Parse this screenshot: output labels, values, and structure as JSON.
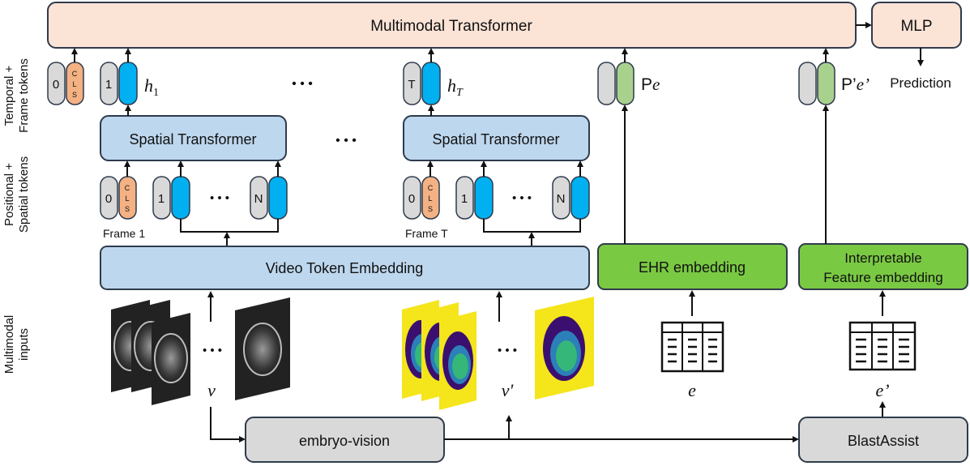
{
  "side_labels": {
    "temporal_line1": "Temporal +",
    "temporal_line2": "Frame tokens",
    "positional_line1": "Positional +",
    "positional_line2": "Spatial tokens",
    "inputs_line1": "Multimodal",
    "inputs_line2": "inputs"
  },
  "blocks": {
    "multimodal_transformer": "Multimodal Transformer",
    "mlp": "MLP",
    "prediction": "Prediction",
    "spatial_transformer_1": "Spatial Transformer",
    "spatial_transformer_t": "Spatial Transformer",
    "video_token_embedding": "Video Token Embedding",
    "ehr_embedding": "EHR embedding",
    "feature_embedding_line1": "Interpretable",
    "feature_embedding_line2": "Feature embedding",
    "embryo_vision": "embryo-vision",
    "blastassist": "BlastAssist"
  },
  "tokens": {
    "zero": "0",
    "one": "1",
    "t": "T",
    "n": "N",
    "cls_c": "C",
    "cls_l": "L",
    "cls_s": "S"
  },
  "symbols": {
    "h": "h",
    "sub_1": "1",
    "sub_t": "T",
    "pe_p": "P",
    "pe_e": "e",
    "pe2_p": "P’",
    "pe2_e": "e’",
    "v": "v",
    "v_prime": "v'",
    "e": "e",
    "e_prime": "e’",
    "ellipsis": "• • •"
  },
  "frame_labels": {
    "frame_1": "Frame 1",
    "frame_t": "Frame T"
  },
  "colors": {
    "transformer_fill": "#fbe3d6",
    "blue_fill": "#bdd7ee",
    "green_fill": "#7ac943",
    "gray_fill": "#d9d9d9",
    "token_blue": "#00b0f0",
    "token_green": "#a9d18e",
    "cls_fill": "#f4b183",
    "mask_yellow": "#f5e51b",
    "mask_purple": "#3b0f70",
    "mask_teal": "#2c7fb8",
    "mask_green": "#35b779",
    "stroke": "#2f3b4c"
  }
}
